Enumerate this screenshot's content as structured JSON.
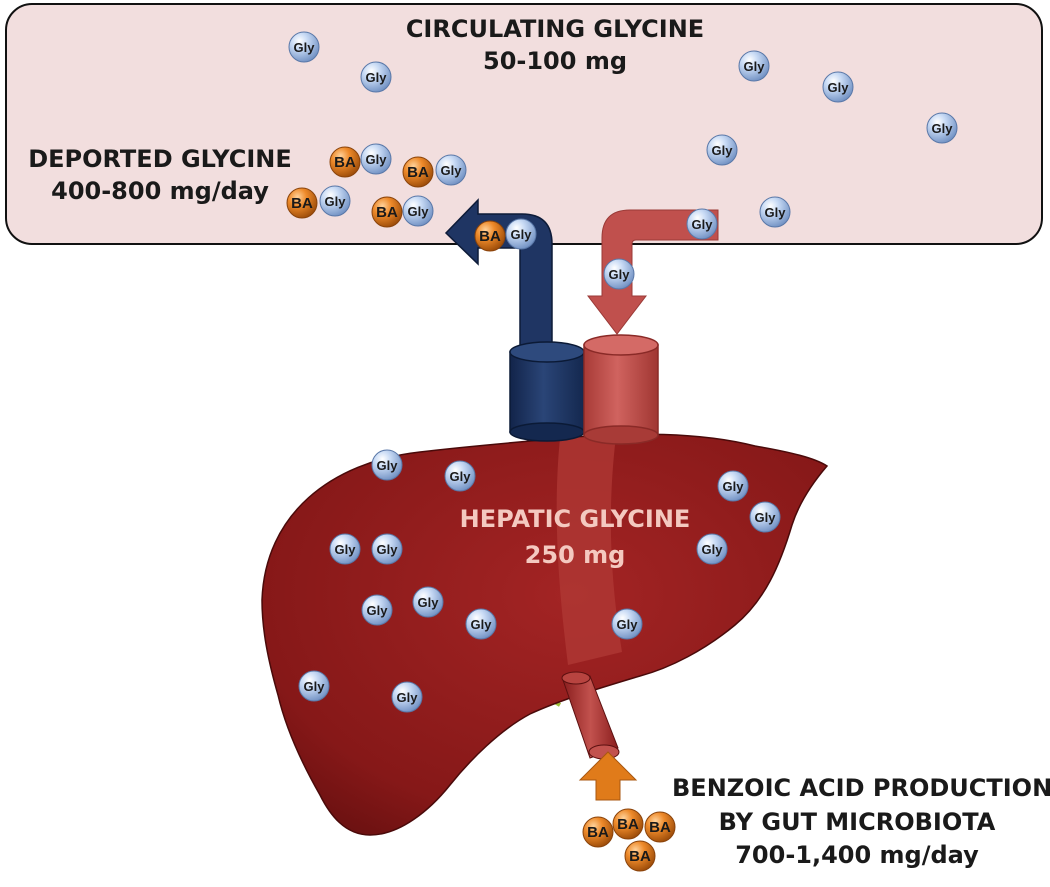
{
  "circulating": {
    "title": "CIRCULATING GLYCINE",
    "amount": "50-100  mg"
  },
  "deported": {
    "title": "DEPORTED GLYCINE",
    "amount": "400-800 mg/day"
  },
  "hepatic": {
    "title": "HEPATIC GLYCINE",
    "amount": "250  mg"
  },
  "benzoic": {
    "line1": "BENZOIC ACID PRODUCTION",
    "line2": "BY GUT MICROBIOTA",
    "amount": "700-1,400 mg/day"
  },
  "molecules": {
    "glycine": "Gly",
    "benzoic_acid": "BA"
  },
  "colors": {
    "blood_box": "#f2dede",
    "liver": "#8e1b1b",
    "efflux_arrow": "#1f3563",
    "influx_arrow": "#c0504d",
    "glycine_molecule": "#a9c4ec",
    "benzoic_acid_molecule": "#e07b1a",
    "gallbladder": "#8db43a"
  }
}
